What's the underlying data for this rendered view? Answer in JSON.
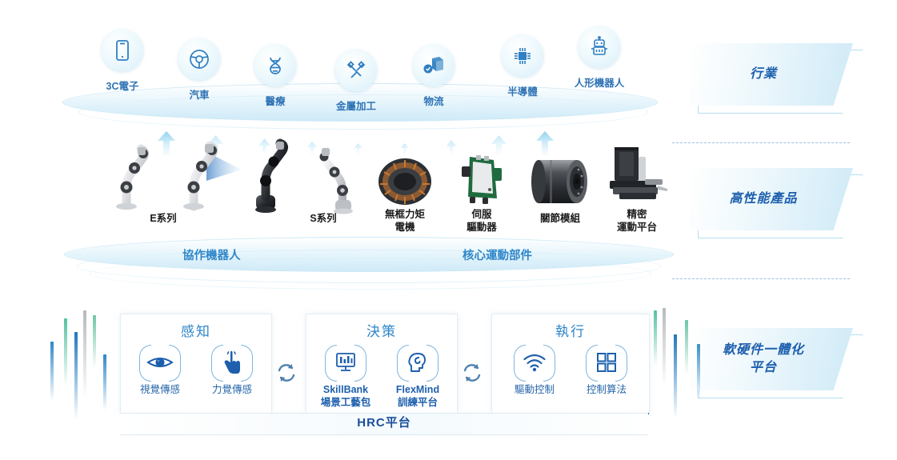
{
  "diagram": {
    "title_layers": [
      {
        "id": "industry",
        "label": "行業"
      },
      {
        "id": "products",
        "label": "高性能產品"
      },
      {
        "id": "platform",
        "label": "軟硬件一體化\n平台"
      }
    ],
    "industries": [
      {
        "label": "3C電子",
        "icon": "smartphone-icon"
      },
      {
        "label": "汽車",
        "icon": "steering-wheel-icon"
      },
      {
        "label": "醫療",
        "icon": "dna-icon"
      },
      {
        "label": "金屬加工",
        "icon": "wrench-screwdriver-icon"
      },
      {
        "label": "物流",
        "icon": "package-box-icon"
      },
      {
        "label": "半導體",
        "icon": "chip-icon"
      },
      {
        "label": "人形機器人",
        "icon": "robot-icon"
      }
    ],
    "products": [
      {
        "label": "E系列",
        "image": "cobot-arm-e-series"
      },
      {
        "label": "S系列",
        "image": "cobot-arm-s-series"
      },
      {
        "label": "無框力矩\n電機",
        "image": "frameless-torque-motor"
      },
      {
        "label": "伺服\n驅動器",
        "image": "servo-driver-board"
      },
      {
        "label": "關節模組",
        "image": "joint-module"
      },
      {
        "label": "精密\n運動平台",
        "image": "precision-motion-stage"
      }
    ],
    "product_categories": [
      {
        "label": "協作機器人"
      },
      {
        "label": "核心運動部件"
      }
    ],
    "platform": {
      "footer_label": "HRC平台",
      "groups": [
        {
          "title": "感知",
          "items": [
            {
              "name": "視覺傳感",
              "icon": "eye-icon",
              "bold": false
            },
            {
              "name": "力覺傳感",
              "icon": "touch-finger-icon",
              "bold": false
            }
          ]
        },
        {
          "title": "決策",
          "items": [
            {
              "name": "SkillBank\n場景工藝包",
              "icon": "monitor-chart-icon",
              "bold": true
            },
            {
              "name": "FlexMind\n訓練平台",
              "icon": "head-brain-icon",
              "bold": true
            }
          ]
        },
        {
          "title": "執行",
          "items": [
            {
              "name": "驅動控制",
              "icon": "wifi-signal-icon",
              "bold": false
            },
            {
              "name": "控制算法",
              "icon": "four-squares-icon",
              "bold": false
            }
          ]
        }
      ],
      "connector_icon": "refresh-cycle-icon"
    },
    "colors": {
      "accent_blue": "#2f86c9",
      "deep_blue": "#1d5fad",
      "banner_blue": "#cfeaf7",
      "arrow_blue": "#bfe4f6",
      "dash_line": "#8ab4da",
      "underline": "#1d6fb8",
      "text_dark": "#1b1b1b"
    }
  }
}
